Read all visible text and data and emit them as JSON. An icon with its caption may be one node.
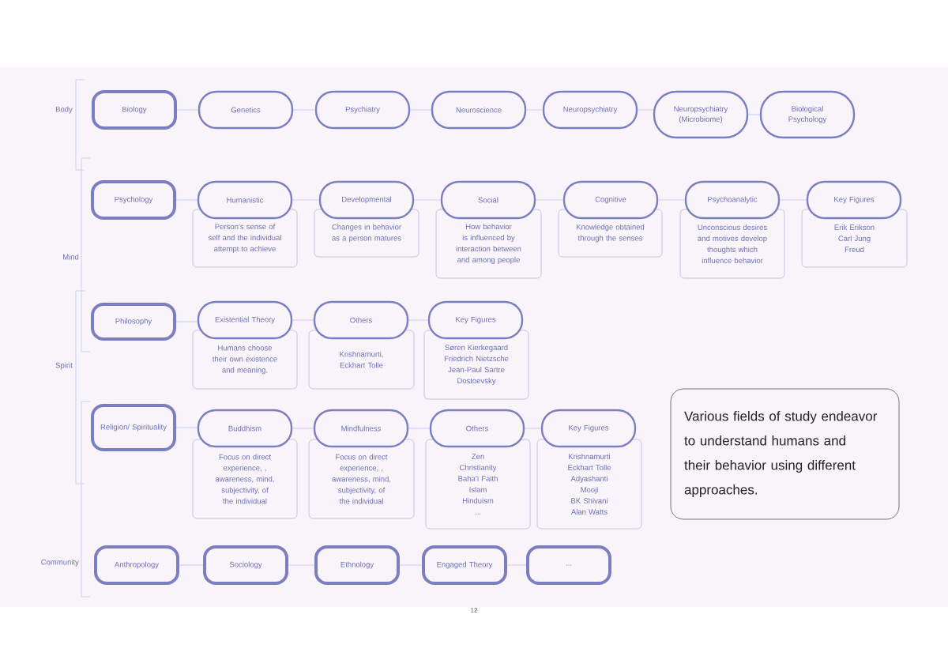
{
  "diagram": {
    "nodes": [
      {
        "text": [
          "Biology"
        ]
      },
      {
        "text": [
          "Genetics"
        ]
      },
      {
        "text": [
          "Psychiatry"
        ]
      },
      {
        "text": [
          "Neuroscience"
        ]
      },
      {
        "text": [
          "Neuropsychiatry"
        ]
      },
      {
        "text": [
          "Neuropsychiatry (Microbiome)"
        ]
      },
      {
        "text": [
          "Biological Psychology"
        ]
      },
      {
        "text": [
          "Psychology"
        ]
      },
      {
        "text": [
          "Humanistic"
        ]
      },
      {
        "text": [
          "Person’s sense of self and the individual attempt to achieve"
        ]
      },
      {
        "text": [
          "Developmental"
        ]
      },
      {
        "text": [
          "Changes in behavior as a person matures"
        ]
      },
      {
        "text": [
          "Social"
        ]
      },
      {
        "text": [
          "How behavior is influenced by interaction between and among people"
        ]
      },
      {
        "text": [
          "Cognitive"
        ]
      },
      {
        "text": [
          "Knowledge obtained through the senses"
        ]
      },
      {
        "text": [
          "Psychoanalytic"
        ]
      },
      {
        "text": [
          "Unconscious desires and motives develop thoughts which influence behavior"
        ]
      },
      {
        "text": [
          "Key Figures"
        ]
      },
      {
        "text": [
          "Erik Erikson",
          "Carl Jung",
          "Freud"
        ]
      },
      {
        "text": [
          "Philosophy"
        ]
      },
      {
        "text": [
          "Existential Theory"
        ]
      },
      {
        "text": [
          "Humans choose their own existence and meaning."
        ]
      },
      {
        "text": [
          "Others"
        ]
      },
      {
        "text": [
          "Krishnamurti, Eckhart Tolle"
        ]
      },
      {
        "text": [
          "Key Figures"
        ]
      },
      {
        "text": [
          "Søren Kierkegaard",
          "Friedrich Nietzsche",
          "Jean-Paul Sartre",
          "Dostoevsky"
        ]
      },
      {
        "text": [
          "Religion/ Spirituality"
        ]
      },
      {
        "text": [
          "Buddhism"
        ]
      },
      {
        "text": [
          "Focus on direct experience, , awareness, mind, subjectivity, of the individual"
        ]
      },
      {
        "text": [
          "Mindfulness"
        ]
      },
      {
        "text": [
          "Focus on direct experience, , awareness, mind, subjectivity, of the individual"
        ]
      },
      {
        "text": [
          "Others"
        ]
      },
      {
        "text": [
          "Zen",
          "Christianity",
          "Baha’i Faith",
          "Islam",
          "Hinduism",
          "..."
        ]
      },
      {
        "text": [
          "Key Figures"
        ]
      },
      {
        "text": [
          "Krishnamurti",
          "Eckhart Tolle",
          "Adyashanti",
          "Mooji",
          "BK Shivani",
          "Alan Watts"
        ]
      },
      {
        "text": [
          "Various fields of study endeavor to understand humans and their behavior using different approaches."
        ]
      },
      {
        "text": [
          "Anthropology"
        ]
      },
      {
        "text": [
          "Sociology"
        ]
      },
      {
        "text": [
          "Ethnology"
        ]
      },
      {
        "text": [
          "Engaged Theory"
        ]
      },
      {
        "text": [
          "..."
        ]
      }
    ],
    "edges": [
      {
        "from": 0,
        "to": 1,
        "arrow": "none"
      },
      {
        "from": 1,
        "to": 2,
        "arrow": "none"
      },
      {
        "from": 2,
        "to": 3,
        "arrow": "none"
      },
      {
        "from": 3,
        "to": 4,
        "arrow": "none"
      },
      {
        "from": 4,
        "to": 5,
        "arrow": "none"
      },
      {
        "from": 5,
        "to": 6,
        "arrow": "none"
      },
      {
        "from": 7,
        "to": 8,
        "arrow": "none"
      },
      {
        "from": 8,
        "to": 10,
        "arrow": "none"
      },
      {
        "from": 10,
        "to": 12,
        "arrow": "none"
      },
      {
        "from": 12,
        "to": 14,
        "arrow": "none"
      },
      {
        "from": 14,
        "to": 16,
        "arrow": "none"
      },
      {
        "from": 16,
        "to": 18,
        "arrow": "none"
      },
      {
        "from": 20,
        "to": 21,
        "arrow": "none"
      },
      {
        "from": 21,
        "to": 23,
        "arrow": "none"
      },
      {
        "from": 23,
        "to": 25,
        "arrow": "none"
      },
      {
        "from": 27,
        "to": 28,
        "arrow": "none"
      },
      {
        "from": 28,
        "to": 30,
        "arrow": "none"
      },
      {
        "from": 30,
        "to": 32,
        "arrow": "none"
      },
      {
        "from": 32,
        "to": 34,
        "arrow": "none"
      },
      {
        "from": 37,
        "to": 38,
        "arrow": "none"
      },
      {
        "from": 38,
        "to": 39,
        "arrow": "none"
      },
      {
        "from": 39,
        "to": 40,
        "arrow": "none"
      },
      {
        "from": 40,
        "to": 41,
        "arrow": "none"
      }
    ],
    "labels": [
      "Body",
      "Mind",
      "Spirit",
      "Community",
      "12"
    ]
  }
}
